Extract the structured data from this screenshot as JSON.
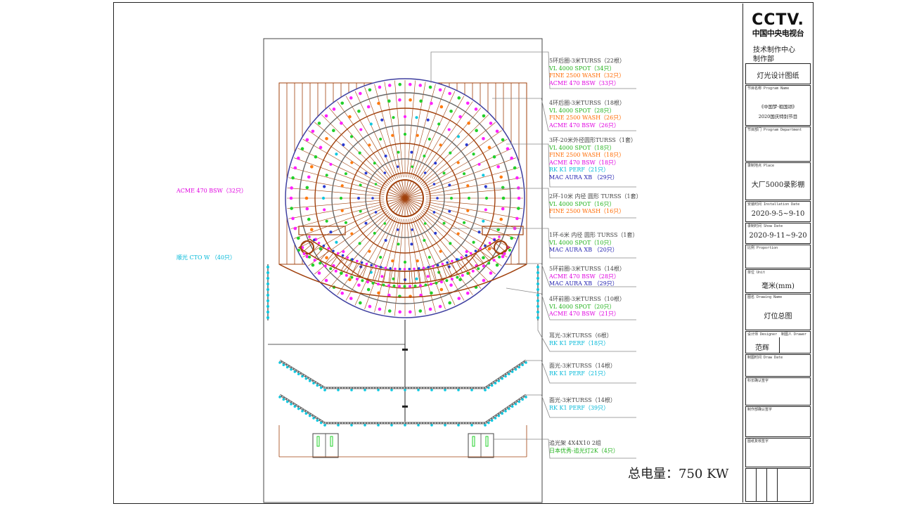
{
  "annotations": {
    "left_top": "ACME 470 BSW（32只）",
    "left_mid": "顺光  CTO W （40只）"
  },
  "labels": [
    {
      "lines": [
        {
          "text": "5环后圈-3米TURSS（22根）",
          "color": "gray"
        },
        {
          "text": "VL 4000 SPOT（34只）",
          "color": "green"
        },
        {
          "text": "FINE 2500 WASH（32只）",
          "color": "orange"
        },
        {
          "text": "ACME 470 BSW（33只）",
          "color": "magenta"
        }
      ]
    },
    {
      "lines": [
        {
          "text": "4环后圈-3米TURSS（18根）",
          "color": "gray"
        },
        {
          "text": "VL 4000 SPOT（28只）",
          "color": "green"
        },
        {
          "text": "FINE 2500 WASH（26只）",
          "color": "orange"
        },
        {
          "text": "ACME 470 BSW（26只）",
          "color": "magenta"
        }
      ]
    },
    {
      "lines": [
        {
          "text": "3环-20米外径圆形TURSS（1套）",
          "color": "gray"
        },
        {
          "text": "VL 4000 SPOT（18只）",
          "color": "green"
        },
        {
          "text": "FINE 2500 WASH（18只）",
          "color": "orange"
        },
        {
          "text": "ACME 470 BSW（18只）",
          "color": "magenta"
        },
        {
          "text": "RK  K1 PERF（21只）",
          "color": "cyan"
        },
        {
          "text": "MAC AURA XB  （29只）",
          "color": "blue"
        }
      ]
    },
    {
      "lines": [
        {
          "text": "2环-10米  内径  圆形  TURSS（1套）",
          "color": "gray"
        },
        {
          "text": "VL 4000 SPOT（16只）",
          "color": "green"
        },
        {
          "text": "FINE 2500 WASH（16只）",
          "color": "orange"
        }
      ]
    },
    {
      "lines": [
        {
          "text": "1环-6米  内径  圆形  TURSS（1套）",
          "color": "gray"
        },
        {
          "text": "VL 4000 SPOT（10只）",
          "color": "green"
        },
        {
          "text": "MAC AURA XB  （20只）",
          "color": "blue"
        }
      ]
    },
    {
      "lines": [
        {
          "text": "5环前圈-3米TURSS（14根）",
          "color": "gray"
        },
        {
          "text": "ACME 470 BSW（28只）",
          "color": "magenta"
        },
        {
          "text": "MAC AURA XB  （29只）",
          "color": "blue"
        }
      ]
    },
    {
      "lines": [
        {
          "text": "4环前圈-3米TURSS（10根）",
          "color": "gray"
        },
        {
          "text": "VL 4000 SPOT（20只）",
          "color": "green"
        },
        {
          "text": "ACME 470 BSW（21只）",
          "color": "magenta"
        }
      ]
    },
    {
      "lines": [
        {
          "text": "耳光-3米TURSS（6根）",
          "color": "gray"
        },
        {
          "text": "RK  K1 PERF（18只）",
          "color": "cyan"
        }
      ]
    },
    {
      "lines": [
        {
          "text": "面光-3米TURSS（14根）",
          "color": "gray"
        },
        {
          "text": "RK  K1 PERF（21只）",
          "color": "cyan"
        }
      ]
    },
    {
      "lines": [
        {
          "text": "面光-3米TURSS（14根）",
          "color": "gray"
        },
        {
          "text": "RK  K1 PERF（39只）",
          "color": "cyan"
        }
      ]
    },
    {
      "lines": [
        {
          "text": "追光架  4X4X10 2组",
          "color": "gray"
        },
        {
          "text": "日本优秀-追光灯2K（4只）",
          "color": "green"
        }
      ]
    }
  ],
  "total_power": "总电量：750 KW",
  "title_block": {
    "logo_text": "CCTV.",
    "logo_cn": "中国中央电视台",
    "dept_line1": "技术制作中心",
    "dept_line2": "制作部",
    "drawing_type": "灯光设计图纸",
    "program_caption": "节目名称 Program Name",
    "program_line1": "《中国梦·祖国颂》",
    "program_line2": "2020国庆特别节目",
    "dept_caption": "节目部门 Program Department",
    "place_caption": "录制地点 Place",
    "place_value": "大厂5000录影棚",
    "install_caption": "安装时间 Installation Date",
    "install_value": "2020-9-5~9-10",
    "show_caption": "录制时间 Show Date",
    "show_value": "2020-9-11~9-20",
    "proportion_caption": "比例 Proportion",
    "unit_caption": "单位 Unit",
    "unit_value": "毫米(mm)",
    "drawing_name_caption": "图名 Drawing Name",
    "drawing_name_value": "灯位总图",
    "designer_caption": "设计师 Designer",
    "drawer_caption": "制图人 Drawer",
    "designer_value": "范辉",
    "draw_date_caption": "制图时间 Draw Date",
    "sign1_caption": "科长确认签字",
    "sign2_caption": "制作部确认签字",
    "sign3_caption": "图纸复核签字"
  }
}
